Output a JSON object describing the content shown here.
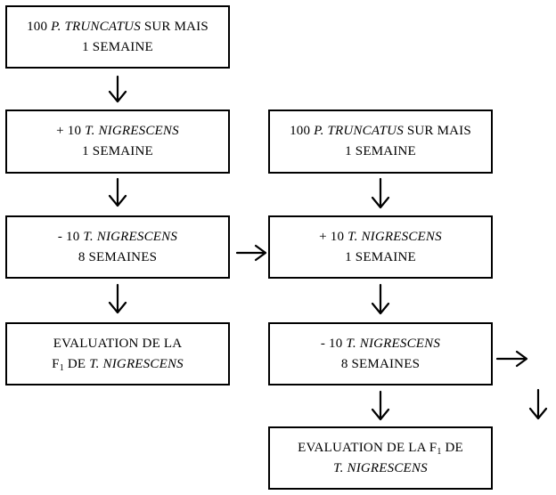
{
  "left_column": {
    "box1": {
      "prefix": "100 ",
      "species": "P. TRUNCATUS",
      "suffix": " SUR MAIS",
      "line2": "1 SEMAINE"
    },
    "box2": {
      "prefix": "+ 10 ",
      "species": "T. NIGRESCENS",
      "line2": "1 SEMAINE"
    },
    "box3": {
      "prefix": "- 10 ",
      "species": "T. NIGRESCENS",
      "line2": "8 SEMAINES"
    },
    "box4": {
      "line1": "EVALUATION DE LA",
      "f_letter": "F",
      "f_sub": "1",
      "de": " DE ",
      "species": "T. NIGRESCENS"
    }
  },
  "right_column": {
    "box1": {
      "prefix": "100 ",
      "species": "P. TRUNCATUS",
      "suffix": " SUR MAIS",
      "line2": "1 SEMAINE"
    },
    "box2": {
      "prefix": "+ 10 ",
      "species": "T. NIGRESCENS",
      "line2": "1 SEMAINE"
    },
    "box3": {
      "prefix": "- 10 ",
      "species": "T. NIGRESCENS",
      "line2": "8 SEMAINES"
    },
    "box4": {
      "line1_prefix": "EVALUATION DE LA ",
      "f_letter": "F",
      "f_sub": "1",
      "de": " DE",
      "species": "T. NIGRESCENS"
    }
  }
}
